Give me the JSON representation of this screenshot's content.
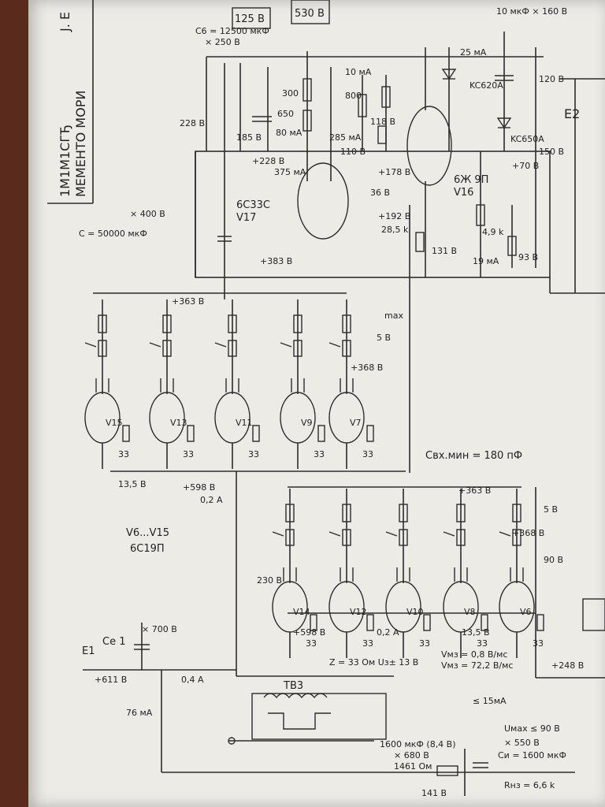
{
  "left_margin": {
    "line1": "1М1М1СГЂ",
    "line2": "МЕМЕНТО МОРИ",
    "corner": "J. E"
  },
  "top": {
    "c6": "C6 = 12500 мкФ",
    "c6_v": "× 250 B",
    "box_125": "125 B",
    "box_530": "530 B",
    "v_228": "228 B",
    "r300": "300",
    "r650": "650",
    "r800": "800",
    "r_10mA": "10 мА",
    "r_80mA": "80 мА",
    "r_285": "285 мА",
    "v_185": "185 B",
    "v_228b": "+228 B",
    "v_375": "375 мА",
    "v_110": "110 B",
    "v_118": "118 B",
    "v_178": "+178 B",
    "v_25mA": "25 мА",
    "kc620": "KC620A",
    "kc650": "KC650A",
    "v_120": "120 B",
    "v_150": "150 B",
    "v_708": "+70 B",
    "right_label": "E2",
    "cap_1608": "10 мкФ × 160 B",
    "tube_v17": "V17",
    "tube_6c33c": "6C33C",
    "tube_v16": "V16",
    "tube_6zh9p": "6Ж 9П",
    "c400": "× 400 B",
    "c_note": "C = 50000 мкФ",
    "v_383": "+383 B",
    "v_192": "+192 B",
    "v_36": "36 B",
    "r_49k": "4,9 k",
    "r_19mA": "19 мА",
    "v_93": "93 B",
    "r_26k": "28,5 k",
    "r_131": "131 B"
  },
  "middle": {
    "v_363a": "+363 B",
    "v_368": "+368 B",
    "v_5b": "5 B",
    "max": "max",
    "tubes_top": [
      "V15",
      "V13",
      "V11",
      "V9",
      "V7"
    ],
    "r33": "33",
    "v_598": "+598 B",
    "v_02": "0,2 A",
    "v_1315": "13,5 B",
    "cap_c": "Cвх.мин = 180 пФ",
    "type_label_1": "V6...V15",
    "type_label_2": "6C19П"
  },
  "lower": {
    "v_363b": "+363 B",
    "v_5b": "5 B",
    "v_230": "230 B",
    "v_368b": "+368 B",
    "v_908": "90 B",
    "tubes_bottom": [
      "V14",
      "V12",
      "V10",
      "V8",
      "V6"
    ],
    "v_598": "+598 B",
    "v_02": "0,2 A",
    "v_1315": "13,5 B",
    "v_248": "+248 B",
    "c1": "Cе 1",
    "c1_v": "× 700 B",
    "e1": "E1",
    "v_4a": "0,4 A",
    "v_611": "+611 B",
    "v_76": "76 мА",
    "tr": "TB3",
    "z_note": "Z = 33 Ом  Uз± 13 B",
    "note_vmz": "Vмз = 72,2 B/мс",
    "note_vmz2": "Vмз = 0,8 B/мс",
    "note_umax": "Uмах ≤ 90 B",
    "note_mA": "≤ 15мА",
    "c_bottom": "Cи = 1600 мкФ",
    "c_bottom_v": "× 550 B",
    "cap_2": "1600 мкФ  (8,4 B)",
    "cap_2b": "× 680 B",
    "r_1461": "1461 Ом",
    "r_hz": "Rнз = 6,6 k",
    "v_141": "141 B"
  }
}
